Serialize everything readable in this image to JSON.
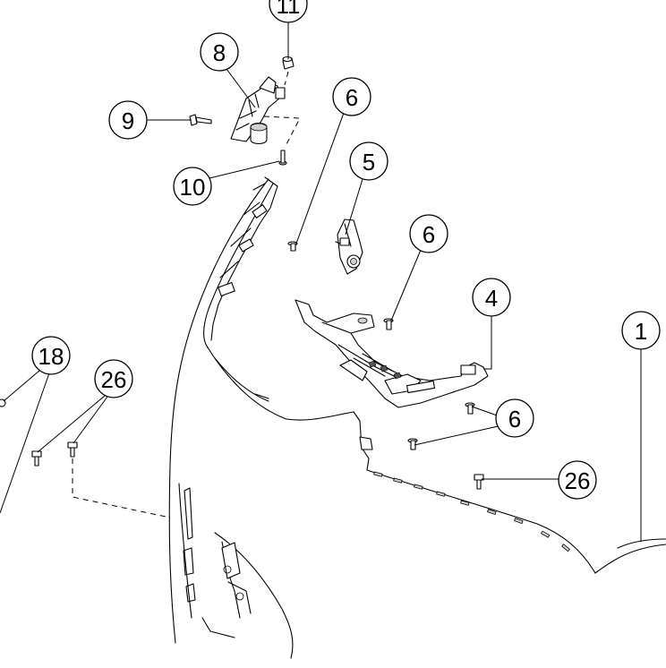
{
  "callouts": {
    "c11": "11",
    "c8": "8",
    "c9": "9",
    "c10": "10",
    "c6a": "6",
    "c5": "5",
    "c6b": "6",
    "c4": "4",
    "c1": "1",
    "c18": "18",
    "c26a": "26",
    "c6c": "6",
    "c26b": "26"
  }
}
